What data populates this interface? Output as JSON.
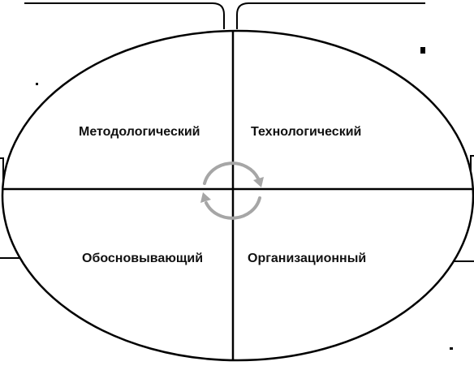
{
  "quadrants": {
    "top_left": "Методологический",
    "top_right": "Технологический",
    "bottom_left": "Обосновывающий",
    "bottom_right": "Организационный"
  },
  "center_icon": "cycle-arrows-icon",
  "colors": {
    "stroke": "#000000",
    "cycle_icon": "#a6a6a6",
    "background": "#ffffff"
  }
}
